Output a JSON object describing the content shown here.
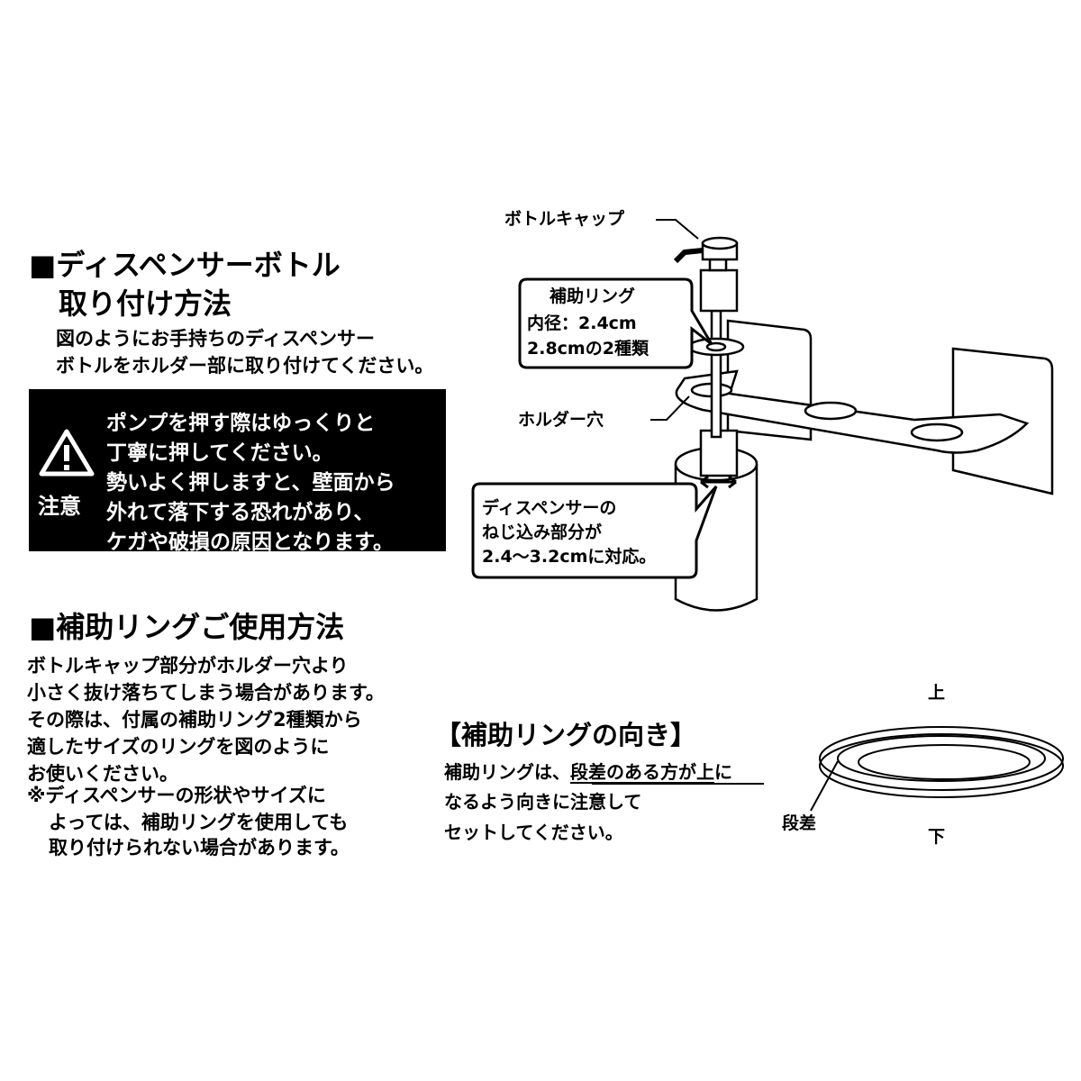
{
  "section1": {
    "title_line1": "■ディスペンサーボトル",
    "title_line2": "取り付け方法",
    "body": [
      "図のようにお手持ちのディスペンサー",
      "ボトルをホルダー部に取り付けてください。"
    ]
  },
  "warning": {
    "icon": "warning-triangle-icon",
    "label": "注意",
    "lines": [
      "ポンプを押す際はゆっくりと",
      "丁寧に押してください。",
      "勢いよく押しますと、壁面から",
      "外れて落下する恐れがあり、",
      "ケガや破損の原因となります。"
    ]
  },
  "section2": {
    "title": "■補助リングご使用方法",
    "body": [
      "ボトルキャップ部分がホルダー穴より",
      "小さく抜け落ちてしまう場合があります。",
      "その際は、付属の補助リング2種類から",
      "適したサイズのリングを図のように",
      "お使いください。",
      "※ディスペンサーの形状やサイズに",
      "よっては、補助リングを使用しても",
      "取り付けられない場合があります。"
    ]
  },
  "diagram": {
    "bottle_cap_label": "ボトルキャップ",
    "holder_hole_label": "ホルダー穴",
    "ring_callout": {
      "title": "補助リング",
      "line1": "内径：2.4cm",
      "line2": "2.8cmの2種類"
    },
    "thread_callout": [
      "ディスペンサーの",
      "ねじ込み部分が",
      "2.4〜3.2cmに対応。"
    ]
  },
  "orientation": {
    "title": "【補助リングの向き】",
    "line1_pre": "補助リングは、",
    "line1_emph": "段差のある方が上",
    "line1_post": "に",
    "line2": "なるよう向きに注意して",
    "line3": "セットしてください。",
    "top_label": "上",
    "bottom_label": "下",
    "step_label": "段差"
  }
}
